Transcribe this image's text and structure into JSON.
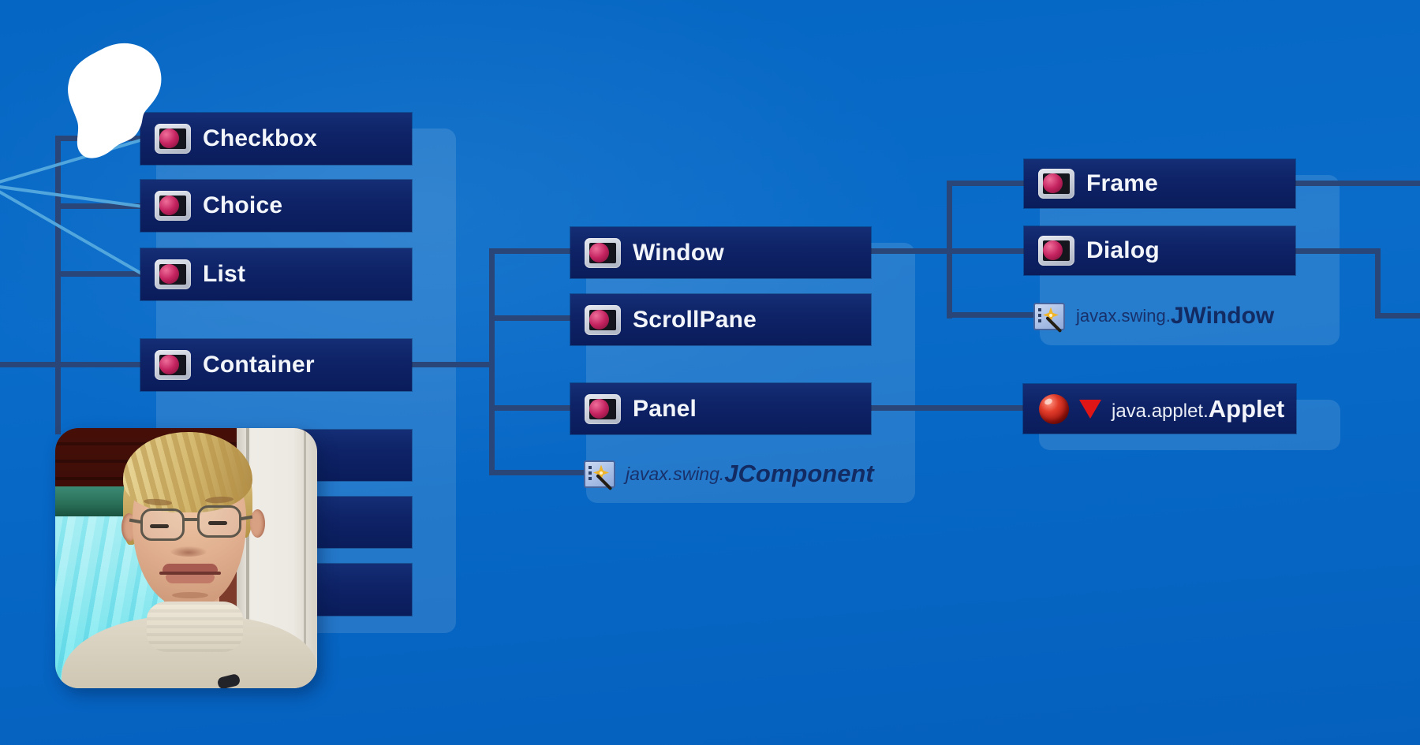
{
  "diagram": {
    "boxes": {
      "checkbox": "Checkbox",
      "choice": "Choice",
      "list": "List",
      "container": "Container",
      "window": "Window",
      "scrollpane": "ScrollPane",
      "panel": "Panel",
      "frame": "Frame",
      "dialog": "Dialog"
    },
    "refs": {
      "jwindow": {
        "package": "javax.swing.",
        "class": "JWindow"
      },
      "jcomponent": {
        "package": "javax.swing.",
        "class": "JComponent"
      },
      "applet": {
        "package": "java.applet.",
        "class": "Applet"
      }
    }
  },
  "colors": {
    "background": "#0768c6",
    "node_fill": "#0e2266",
    "connector_line": "#2a4678",
    "annotation_cyan": "#55aadf",
    "annotation_blob": "#ffffff",
    "box_label_text": "#f2f5fa",
    "ref_text": "#132b63",
    "icon_magenta": "#c42360",
    "applet_red": "#e01616"
  },
  "icons": {
    "component": "awt-component-icon",
    "swing": "swing-wand-icon",
    "tomato": "applet-tomato-icon",
    "triangle": "red-triangle-icon"
  },
  "overlay": {
    "webcam": "presenter-webcam-photo",
    "blob": "white-highlight-blob",
    "pointer_lines": "cyan-pointer-lines"
  }
}
